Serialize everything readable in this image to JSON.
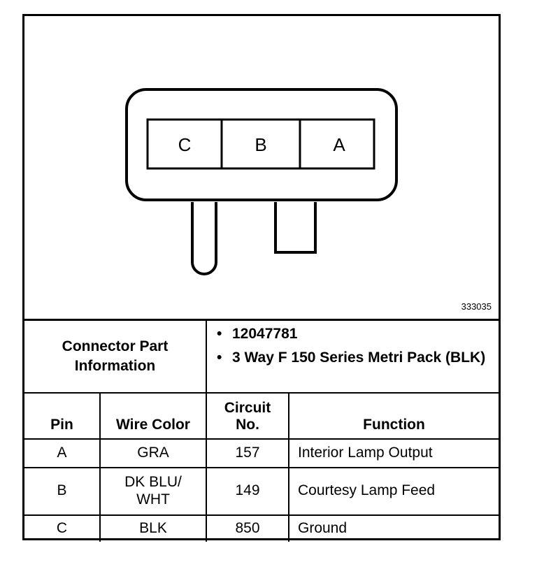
{
  "diagram": {
    "pins": [
      "C",
      "B",
      "A"
    ],
    "figure_id": "333035"
  },
  "connector_info": {
    "label_line1": "Connector Part",
    "label_line2": "Information",
    "items": [
      "12047781",
      "3 Way F 150 Series Metri Pack (BLK)"
    ]
  },
  "table": {
    "headers": {
      "pin": "Pin",
      "wire_color": "Wire Color",
      "circuit_line1": "Circuit",
      "circuit_line2": "No.",
      "function": "Function"
    },
    "rows": [
      {
        "pin": "A",
        "wire_color_line1": "GRA",
        "wire_color_line2": "",
        "circuit": "157",
        "function": "Interior Lamp Output"
      },
      {
        "pin": "B",
        "wire_color_line1": "DK BLU/",
        "wire_color_line2": "WHT",
        "circuit": "149",
        "function": "Courtesy Lamp Feed"
      },
      {
        "pin": "C",
        "wire_color_line1": "BLK",
        "wire_color_line2": "",
        "circuit": "850",
        "function": "Ground"
      }
    ]
  }
}
